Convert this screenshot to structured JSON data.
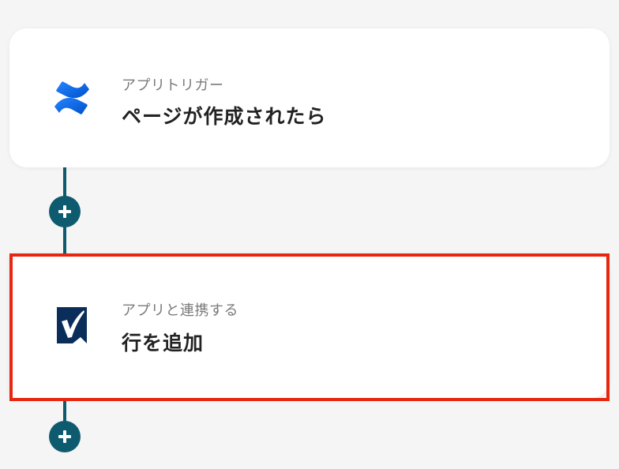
{
  "flow": {
    "steps": [
      {
        "subtitle": "アプリトリガー",
        "title": "ページが作成されたら",
        "app_icon": "confluence-icon"
      },
      {
        "subtitle": "アプリと連携する",
        "title": "行を追加",
        "app_icon": "smartsheet-icon"
      }
    ],
    "add_step_icon": "plus-icon"
  },
  "colors": {
    "connector": "#0e5b6f",
    "highlight": "#e8260f",
    "card_bg": "#ffffff",
    "page_bg": "#f5f5f5"
  }
}
